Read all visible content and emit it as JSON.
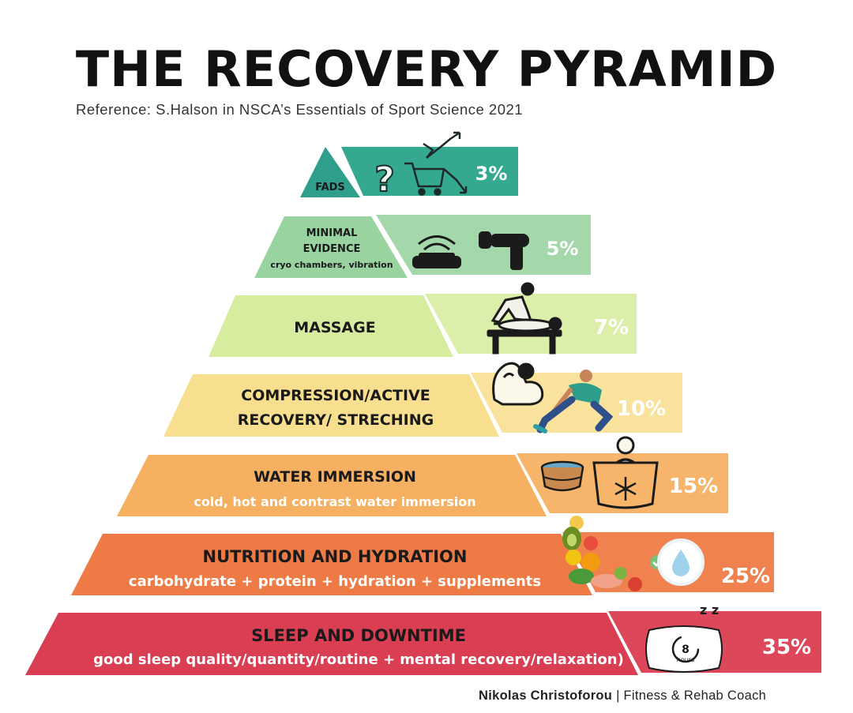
{
  "title": "THE RECOVERY PYRAMID",
  "reference": "Reference: S.Halson in NSCA’s Essentials of Sport Science 2021",
  "levels": [
    {
      "title": "FADS",
      "subtitle": "",
      "percent": "3%",
      "colors": {
        "left": "#2f9e8a",
        "right": "#35a98f"
      },
      "icons": [
        "question-mark-icon",
        "shopping-cart-icon"
      ]
    },
    {
      "title": "MINIMAL EVIDENCE",
      "title_lines": [
        "MINIMAL",
        "EVIDENCE"
      ],
      "subtitle": "cryo chambers, vibration",
      "percent": "5%",
      "colors": {
        "left": "#98d3a0",
        "right": "#a4d8aa"
      },
      "icons": [
        "vibration-plate-icon",
        "massage-gun-icon"
      ]
    },
    {
      "title": "MASSAGE",
      "subtitle": "",
      "percent": "7%",
      "colors": {
        "left": "#d6ec9f",
        "right": "#dcefaa"
      },
      "icons": [
        "massage-table-icon"
      ]
    },
    {
      "title": "COMPRESSION/ACTIVE RECOVERY/ STRECHING",
      "title_lines": [
        "COMPRESSION/ACTIVE",
        "RECOVERY/ STRECHING"
      ],
      "subtitle": "",
      "percent": "10%",
      "colors": {
        "left": "#f8df8f",
        "right": "#f9e39c"
      },
      "icons": [
        "flexed-arm-icon",
        "stretching-person-icon"
      ]
    },
    {
      "title": "WATER IMMERSION",
      "subtitle": "cold, hot and contrast water immersion",
      "percent": "15%",
      "colors": {
        "left": "#f5b061",
        "right": "#f6b56a"
      },
      "icons": [
        "wooden-tub-icon",
        "ice-bath-icon"
      ]
    },
    {
      "title": "NUTRITION AND HYDRATION",
      "subtitle": "carbohydrate + protein + hydration + supplements",
      "percent": "25%",
      "colors": {
        "left": "#ee7b46",
        "right": "#ef824f"
      },
      "icons": [
        "food-bowl-icon",
        "water-drop-icon"
      ]
    },
    {
      "title": "SLEEP AND DOWNTIME",
      "subtitle": "good sleep quality/quantity/routine + mental recovery/relaxation)",
      "percent": "35%",
      "colors": {
        "left": "#d93e52",
        "right": "#dc4759"
      },
      "icons": [
        "pillow-8-hours-icon"
      ]
    }
  ],
  "pillow_label": {
    "number": "8",
    "unit": "hours",
    "zz": "z z"
  },
  "footer": {
    "author": "Nikolas Christoforou",
    "sep": " | ",
    "role": "Fitness & Rehab Coach"
  }
}
